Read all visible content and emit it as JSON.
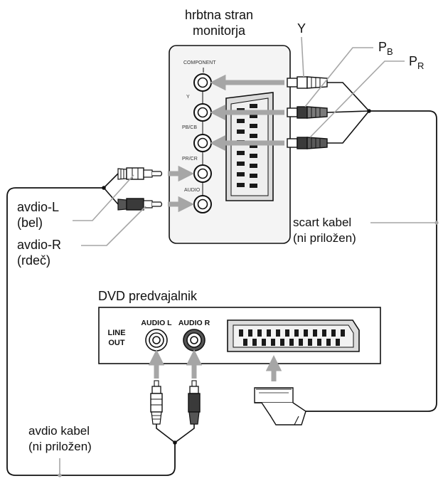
{
  "monitor": {
    "title_line1": "hrbtna stran",
    "title_line2": "monitorja",
    "panel_component": "COMPONENT",
    "jack_y": "Y",
    "jack_pb": "PB/CB",
    "jack_pr": "PR/CR",
    "panel_audio": "AUDIO"
  },
  "plugs": {
    "y": "Y",
    "pb_main": "P",
    "pb_sub": "B",
    "pr_main": "P",
    "pr_sub": "R"
  },
  "audio_in": {
    "left_line1": "avdio-L",
    "left_line2": "(bel)",
    "right_line1": "avdio-R",
    "right_line2": "(rdeč)"
  },
  "scart": {
    "line1": "scart kabel",
    "line2": "(ni priložen)"
  },
  "dvd": {
    "title": "DVD predvajalnik",
    "line_out_1": "LINE",
    "line_out_2": "OUT",
    "audio_l": "AUDIO L",
    "audio_r": "AUDIO R"
  },
  "audio_cable": {
    "line1": "avdio kabel",
    "line2": "(ni priložen)"
  },
  "colors": {
    "arrow": "#a6a6a6",
    "stroke": "#111111",
    "panel_fill": "#f4f4f4",
    "scart_fill": "#dcdcdc",
    "dark_plug": "#3a3a3a"
  }
}
